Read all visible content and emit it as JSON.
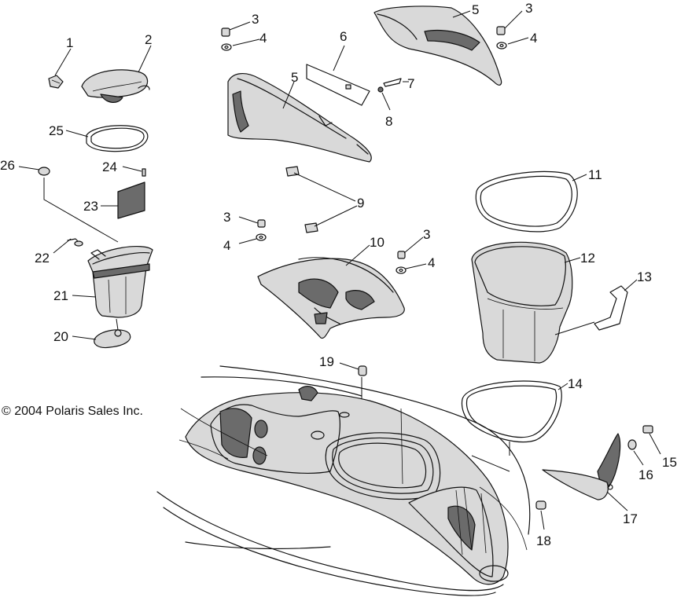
{
  "copyright": "© 2004 Polaris Sales Inc.",
  "callouts": [
    "1",
    "2",
    "3",
    "4",
    "5",
    "6",
    "7",
    "8",
    "9",
    "10",
    "11",
    "12",
    "13",
    "14",
    "15",
    "16",
    "17",
    "18",
    "19",
    "20",
    "21",
    "22",
    "23",
    "24",
    "25",
    "26"
  ]
}
